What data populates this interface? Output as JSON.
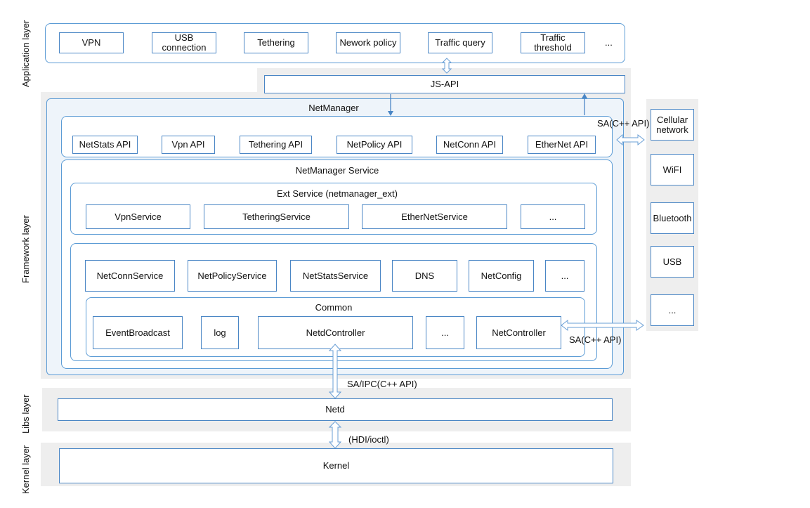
{
  "layers": {
    "application": "Application layer",
    "framework": "Framework layer",
    "libs": "Libs layer",
    "kernel": "Kernel layer"
  },
  "app_boxes": [
    "VPN",
    "USB\nconnection",
    "Tethering",
    "Nework policy",
    "Traffic query",
    "Traffic\nthreshold",
    "..."
  ],
  "js_api": "JS-API",
  "netmanager": "NetManager",
  "api_boxes": [
    "NetStats API",
    "Vpn API",
    "Tethering API",
    "NetPolicy API",
    "NetConn API",
    "EtherNet API"
  ],
  "netmanager_service": "NetManager Service",
  "ext_service": {
    "title": "Ext Service (netmanager_ext)",
    "boxes": [
      "VpnService",
      "TetheringService",
      "EtherNetService",
      "..."
    ]
  },
  "core_services": [
    "NetConnService",
    "NetPolicyService",
    "NetStatsService",
    "DNS",
    "NetConfig",
    "..."
  ],
  "common": {
    "title": "Common",
    "boxes": [
      "EventBroadcast",
      "log",
      "NetdController",
      "...",
      "NetController"
    ]
  },
  "right_boxes": [
    "Cellular\nnetwork",
    "WiFI",
    "Bluetooth",
    "USB",
    "..."
  ],
  "labels": {
    "sa_top": "SA(C++ API)",
    "sa_bottom": "SA(C++ API)",
    "sa_ipc": "SA/IPC(C++ API)",
    "hdi": "(HDI/ioctl)"
  },
  "netd": "Netd",
  "kernel": "Kernel",
  "colors": {
    "border": "#5b9bd5",
    "band": "#eeeeee",
    "arrow": "#6a9fd6"
  }
}
